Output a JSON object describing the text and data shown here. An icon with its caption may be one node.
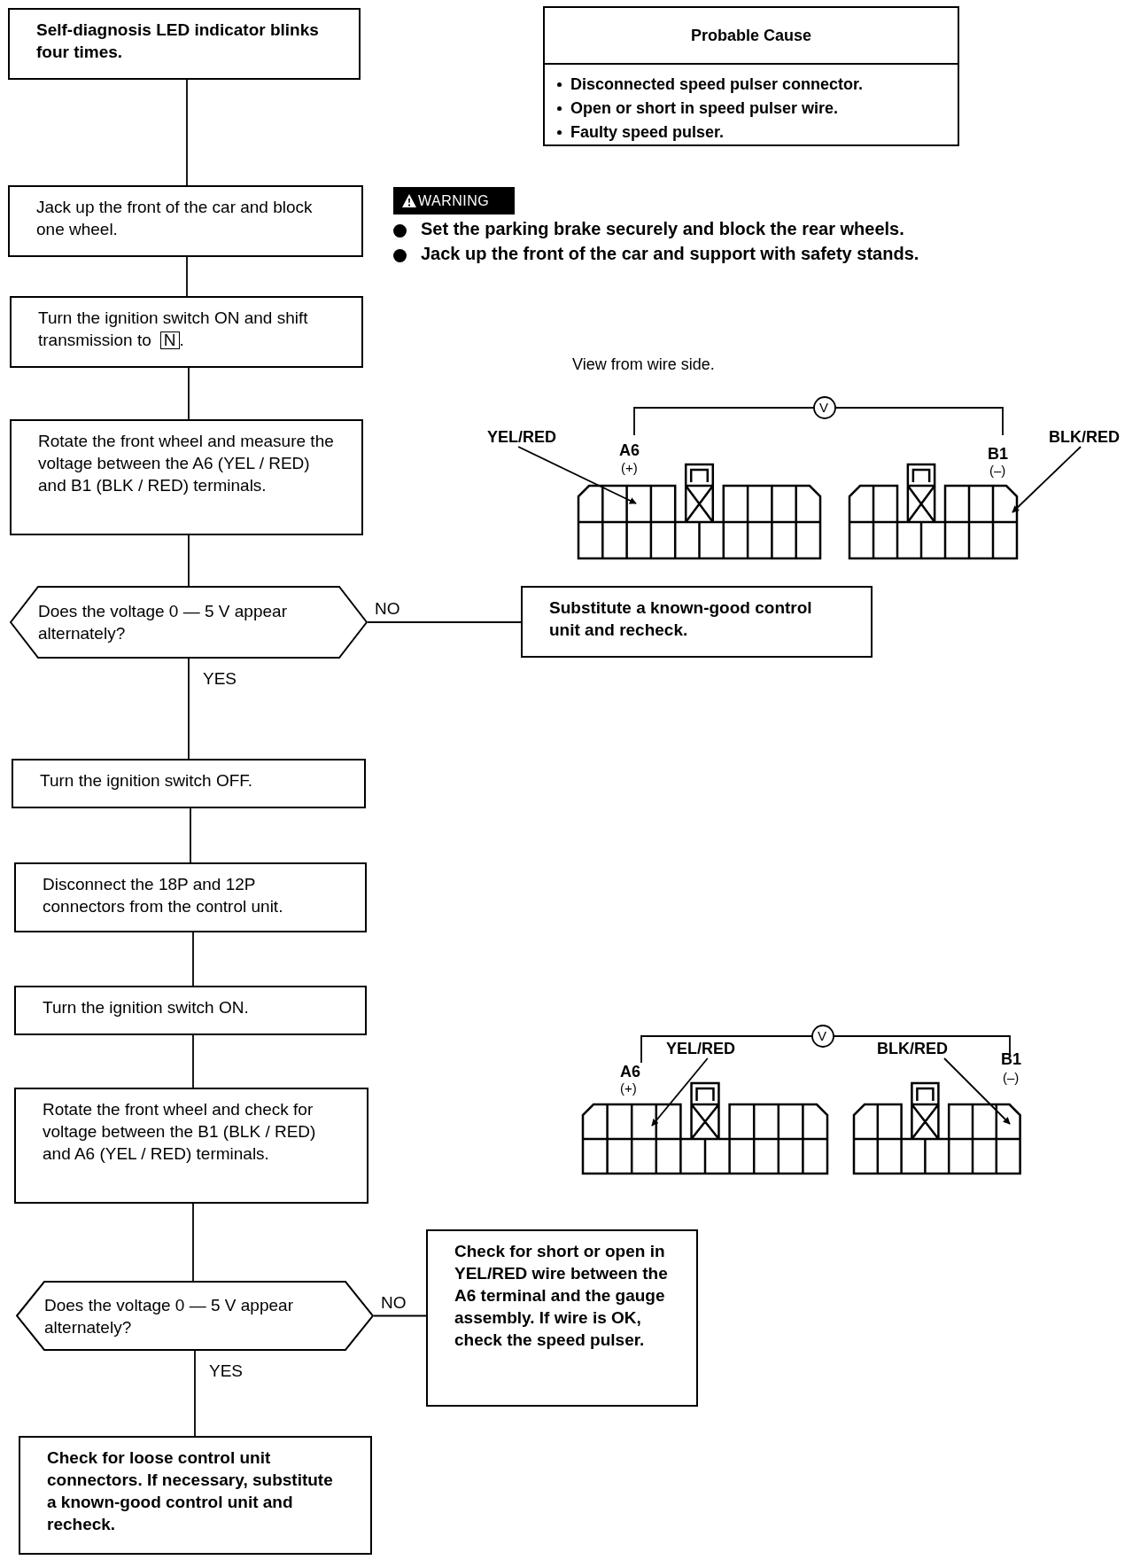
{
  "diagram": {
    "nodes": [
      {
        "text": [
          "Self-diagnosis LED indicator blinks four times."
        ]
      },
      {
        "text": [
          "Probable Cause",
          "Disconnected speed pulser connector.",
          "Open or short in speed pulser wire.",
          "Faulty speed pulser."
        ]
      },
      {
        "text": [
          "Jack up the front of the car and block one wheel."
        ]
      },
      {
        "text": [
          "Turn the ignition switch ON and shift transmission to",
          "N",
          "."
        ]
      },
      {
        "text": [
          "Rotate the front wheel and measure the voltage between the A6 (YEL / RED) and B1 (BLK / RED) terminals."
        ]
      },
      {
        "text": [
          "Does the voltage 0 — 5 V appear alternately?"
        ]
      },
      {
        "text": [
          "Substitute a known-good control unit and recheck."
        ]
      },
      {
        "text": [
          "Turn the ignition switch OFF."
        ]
      },
      {
        "text": [
          "Disconnect the 18P and 12P connectors from the control unit."
        ]
      },
      {
        "text": [
          "Turn the ignition switch ON."
        ]
      },
      {
        "text": [
          "Rotate the front wheel and check for voltage between the B1 (BLK / RED) and A6 (YEL / RED) terminals."
        ]
      },
      {
        "text": [
          "Does the voltage 0 — 5 V appear alternately?"
        ]
      },
      {
        "text": [
          "Check for short or open in YEL/RED wire between the A6 terminal and the gauge assembly. If wire is OK, check the speed pulser."
        ]
      },
      {
        "text": [
          "Check for loose control unit connectors. If necessary, substitute a known-good control unit and recheck."
        ]
      },
      {
        "text": [
          "YEL/RED"
        ]
      },
      {
        "text": [
          "BLK/RED"
        ]
      },
      {
        "text": [
          "YEL/RED"
        ]
      },
      {
        "text": [
          "BLK/RED"
        ]
      }
    ],
    "edges": [
      {
        "from": 0,
        "to": 2,
        "arrow": "none"
      },
      {
        "from": 2,
        "to": 3,
        "arrow": "none"
      },
      {
        "from": 3,
        "to": 4,
        "arrow": "none"
      },
      {
        "from": 4,
        "to": 5,
        "arrow": "none"
      },
      {
        "from": 5,
        "to": 6,
        "arrow": "none",
        "label": "NO"
      },
      {
        "from": 5,
        "to": 7,
        "arrow": "none",
        "label": "YES"
      },
      {
        "from": 7,
        "to": 8,
        "arrow": "none"
      },
      {
        "from": 8,
        "to": 9,
        "arrow": "none"
      },
      {
        "from": 9,
        "to": 10,
        "arrow": "none"
      },
      {
        "from": 10,
        "to": 11,
        "arrow": "none"
      },
      {
        "from": 11,
        "to": 12,
        "arrow": "none",
        "label": "NO"
      },
      {
        "from": 11,
        "to": 13,
        "arrow": "none",
        "label": "YES"
      },
      {
        "from": 14,
        "to": null,
        "arrow": "to"
      },
      {
        "from": 15,
        "to": null,
        "arrow": "to"
      },
      {
        "from": 16,
        "to": null,
        "arrow": "to"
      },
      {
        "from": 17,
        "to": null,
        "arrow": "to"
      }
    ],
    "labels": [
      "WARNING",
      "Set the parking brake securely and block the rear wheels.",
      "Jack up the front of the car and support with safety stands.",
      "View from wire side.",
      "V",
      "A6",
      "(+)",
      "B1",
      "(–)",
      "V",
      "A6",
      "(+)",
      "B1",
      "(–)"
    ]
  }
}
